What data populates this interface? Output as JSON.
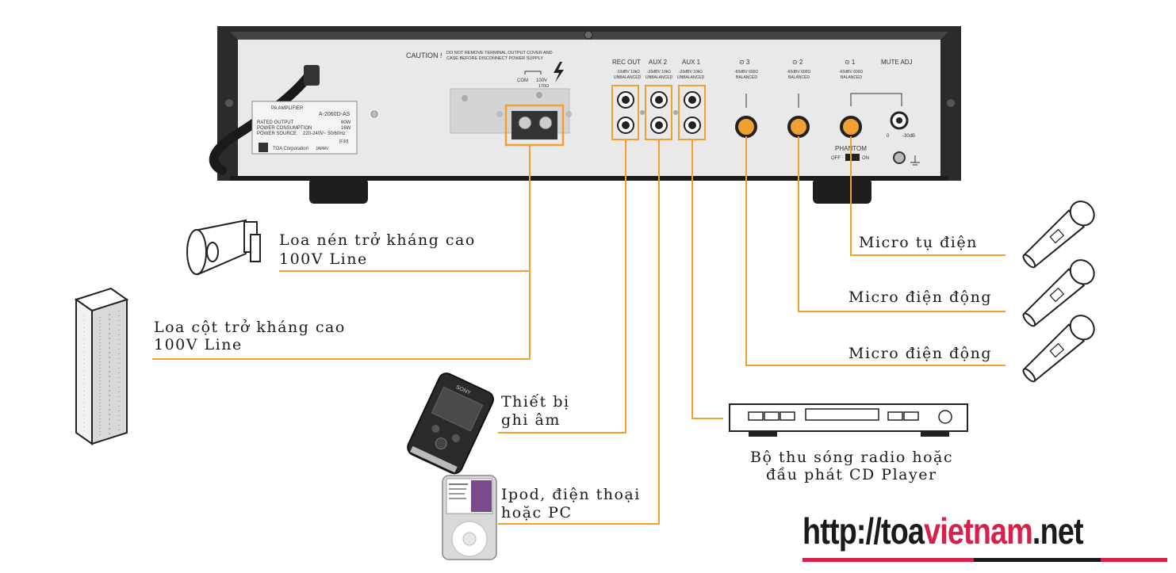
{
  "amplifier": {
    "caution_title": "CAUTION !",
    "caution_text_1": "DO NOT REMOVE TERMINAL OUTPUT COVER AND",
    "caution_text_2": "CASE BEFORE DISCONNECT POWER SUPPLY",
    "terminal_com": "COM",
    "terminal_100v": "100V",
    "terminal_ohm": "170Ω",
    "plate_title": "PA AMPLIFIER",
    "plate_model": "A-2060D-AS",
    "plate_rows": [
      {
        "label": "RATED OUTPUT",
        "value": "60W"
      },
      {
        "label": "POWER CONSUMPTION",
        "value": "16W"
      },
      {
        "label": "POWER SOURCE",
        "value": "220-240V~ 50/60Hz"
      }
    ],
    "plate_code": "[F30]",
    "plate_brand": "TOA Corporation",
    "plate_country": "JAPAN",
    "ports": [
      {
        "label": "REC OUT",
        "sub1": "-10dBV 10kΩ",
        "sub2": "UNBALANCED"
      },
      {
        "label": "AUX 2",
        "sub1": "-20dBV 10kΩ",
        "sub2": "UNBALANCED"
      },
      {
        "label": "AUX 1",
        "sub1": "-20dBV 10kΩ",
        "sub2": "UNBALANCED"
      },
      {
        "label": "⊙ 3",
        "sub1": "-60dBV 600Ω",
        "sub2": "BALANCED"
      },
      {
        "label": "⊙ 2",
        "sub1": "-60dBV 600Ω",
        "sub2": "BALANCED"
      },
      {
        "label": "⊙ 1",
        "sub1": "-60dBV 600Ω",
        "sub2": "BALANCED"
      }
    ],
    "mute_adj": "MUTE ADJ",
    "mute_scale_low": "0",
    "mute_scale_high": "-30dB",
    "phantom": "PHANTOM",
    "phantom_off": "OFF",
    "phantom_on": "ON"
  },
  "labels": {
    "horn_speaker_1": "Loa nén  trở kháng cao",
    "horn_speaker_2": "100V Line",
    "column_speaker_1": "Loa cột trở kháng cao",
    "column_speaker_2": "100V Line",
    "recorder_1": "Thiết bị",
    "recorder_2": "ghi âm",
    "ipod_1": "Ipod, điện thoại",
    "ipod_2": "hoặc PC",
    "tuner_1": "Bộ thu sóng radio hoặc",
    "tuner_2": "đầu phát CD Player",
    "mic_condenser": "Micro tụ điện",
    "mic_dynamic_1": "Micro điện động",
    "mic_dynamic_2": "Micro điện động"
  },
  "recorder_brand": "SONY",
  "website": {
    "part1": "http://toa",
    "part2": "vietnam",
    "part3": ".net"
  },
  "colors": {
    "wire": "#f0a033",
    "accent": "#d7214b",
    "panel": "#e9e9e9",
    "frame": "#2b2b2b"
  }
}
